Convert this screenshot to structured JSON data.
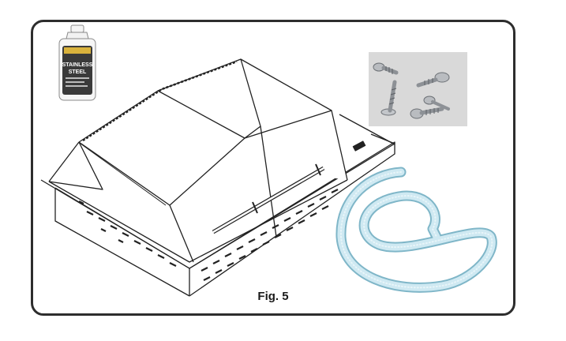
{
  "figure": {
    "caption": "Fig. 5"
  },
  "cleaner_bottle": {
    "label_line1": "STAINLESS",
    "label_line2": "STEEL"
  },
  "colors": {
    "frame_border": "#2d2d2d",
    "grill_line": "#222222",
    "gasket_fill": "#cfe9f2",
    "gasket_stroke": "#7fb6c8",
    "screws_background": "#d9d9d9",
    "bottle_label": "#3a3a3a"
  }
}
